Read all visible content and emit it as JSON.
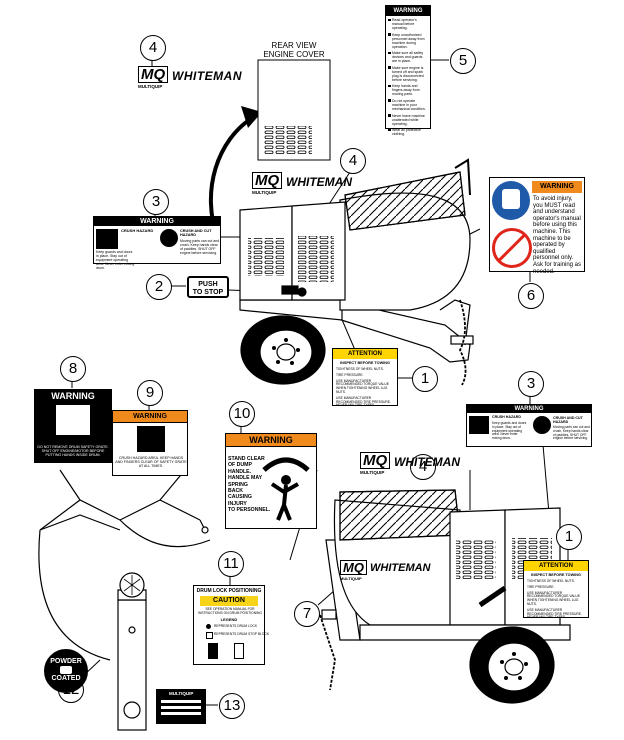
{
  "callouts": [
    "1",
    "2",
    "3",
    "4",
    "5",
    "6",
    "7",
    "8",
    "9",
    "10",
    "11",
    "12",
    "13"
  ],
  "brand": {
    "mq": "MQ",
    "multiquip": "MULTIQUIP",
    "whiteman": "WHITEMAN"
  },
  "engine_cover": {
    "title_line1": "REAR VIEW",
    "title_line2": "ENGINE COVER"
  },
  "push_to_stop": {
    "line1": "PUSH",
    "line2": "TO STOP"
  },
  "decal3": {
    "header": "WARNING",
    "left_title": "CRUSH HAZARD",
    "left_text": "Keep guards and doors in place. Stay out of equipment operating area. Never enter mixing drum.",
    "right_title": "CRUSH AND CUT HAZARD",
    "right_text": "Moving parts can cut and crush. Keep hands clear of paddles. SHUT OFF engine before servicing."
  },
  "decal5": {
    "header": "WARNING",
    "items": [
      "Read operator's manual before operating.",
      "Keep unauthorized personnel away from machine during operation.",
      "Make sure all safety devices and guards are in place.",
      "Make sure engine is turned off and spark plug is disconnected before servicing.",
      "Keep hands and fingers away from moving parts.",
      "Do not operate machine in poor mechanical condition.",
      "Never leave machine unattended while operating.",
      "Wear all protective clothing."
    ]
  },
  "decal6": {
    "header": "WARNING",
    "text": "To avoid injury, you MUST read and understand operator's manual before using this machine. This machine to be operated by qualified personnel only. Ask for training as needed."
  },
  "decal1": {
    "header": "ATTENTION",
    "title": "INSPECT BEFORE TOWING",
    "items": [
      "TIGHTNESS OF WHEEL NUTS.",
      "TIRE PRESSURE.",
      "USE MANUFACTURER RECOMMENDED TORQUE VALUE WHEN TIGHTENING WHEEL LUG NUTS.",
      "USE MANUFACTURER RECOMMENDED TIRE PRESSURE. NEVER MIX TIRE TYPES."
    ]
  },
  "decal8": {
    "header": "WARNING",
    "text": "DO NOT REMOVE DRUM SAFETY GRATE. SHUT OFF ENGINE/MOTOR BEFORE PUTTING HANDS INSIDE DRUM."
  },
  "decal9": {
    "header": "WARNING",
    "text": "CRUSH HAZARD AREA. KEEP HANDS AND FINGERS CLEAR OF SAFETY GRATE AT ALL TIMES."
  },
  "decal10": {
    "header": "WARNING",
    "lines": [
      "STAND CLEAR",
      "OF DUMP",
      "HANDLE.",
      "HANDLE MAY",
      "SPRING",
      "BACK",
      "CAUSING",
      "INJURY",
      "TO PERSONNEL."
    ]
  },
  "decal11": {
    "title": "DRUM LOCK POSITIONING",
    "header": "CAUTION",
    "sub": "SEE OPERATION MANUAL FOR INSTRUCTIONS ON DRUM POSITIONING",
    "legend": "LEGEND",
    "legend_items": [
      "REPRESENTS DRUM LOCK",
      "REPRESENTS DRUM STOP BLOCK"
    ]
  },
  "decal12": {
    "line1": "POWDER",
    "line2": "COATED"
  },
  "decal13": {
    "brand": "MULTIQUIP"
  },
  "colors": {
    "warning_orange": "#f08a1c",
    "attention_yellow": "#ffd400",
    "prohibition_red": "#e0261b",
    "mandatory_blue": "#1e5aa8"
  }
}
